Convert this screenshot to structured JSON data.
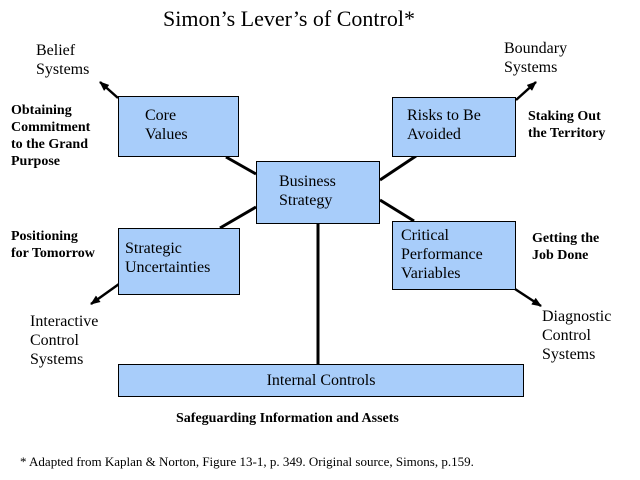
{
  "title": "Simon’s Lever’s of Control*",
  "center_box": {
    "line1": "Business",
    "line2": "Strategy"
  },
  "boxes": {
    "core_values": {
      "line1": "Core",
      "line2": "Values"
    },
    "risks": {
      "line1": "Risks to Be",
      "line2": "Avoided"
    },
    "strategic_uncertainties": {
      "line1": "Strategic",
      "line2": "Uncertainties"
    },
    "critical_performance": {
      "line1": "Critical",
      "line2": "Performance",
      "line3": "Variables"
    },
    "internal_controls": {
      "line1": "Internal Controls"
    }
  },
  "systems": {
    "belief": {
      "line1": "Belief",
      "line2": "Systems"
    },
    "boundary": {
      "line1": "Boundary",
      "line2": "Systems"
    },
    "interactive": {
      "line1": "Interactive",
      "line2": "Control",
      "line3": "Systems"
    },
    "diagnostic": {
      "line1": "Diagnostic",
      "line2": "Control",
      "line3": "Systems"
    }
  },
  "notes": {
    "obtaining": {
      "line1": "Obtaining",
      "line2": "Commitment",
      "line3": "to the Grand",
      "line4": "Purpose"
    },
    "staking": {
      "line1": "Staking Out",
      "line2": "the Territory"
    },
    "positioning": {
      "line1": "Positioning",
      "line2": "for Tomorrow"
    },
    "getting": {
      "line1": "Getting the",
      "line2": "Job Done"
    },
    "safeguarding": "Safeguarding Information and Assets"
  },
  "footnote": "* Adapted from Kaplan & Norton, Figure 13-1, p. 349.  Original source, Simons, p.159.",
  "colors": {
    "box_fill": "#a8cdfa",
    "line": "#000000"
  }
}
